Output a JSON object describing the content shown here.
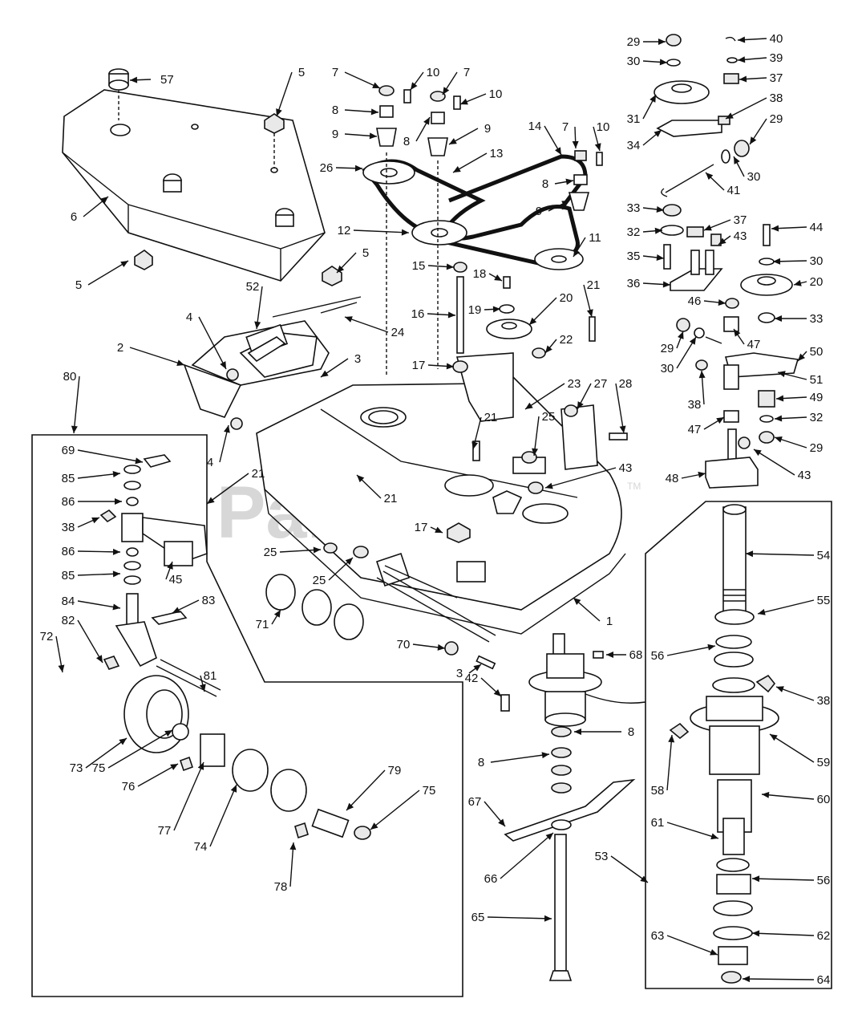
{
  "watermark": {
    "text": "PartsTree",
    "tm": "TM"
  },
  "callouts": [
    {
      "id": "57",
      "t": "57"
    },
    {
      "id": "5a",
      "t": "5"
    },
    {
      "id": "6",
      "t": "6"
    },
    {
      "id": "5b",
      "t": "5"
    },
    {
      "id": "5c",
      "t": "5"
    },
    {
      "id": "7a",
      "t": "7"
    },
    {
      "id": "10a",
      "t": "10"
    },
    {
      "id": "7b",
      "t": "7"
    },
    {
      "id": "10b",
      "t": "10"
    },
    {
      "id": "8a",
      "t": "8"
    },
    {
      "id": "9a",
      "t": "9"
    },
    {
      "id": "8b",
      "t": "8"
    },
    {
      "id": "9b",
      "t": "9"
    },
    {
      "id": "14",
      "t": "14"
    },
    {
      "id": "7c",
      "t": "7"
    },
    {
      "id": "10c",
      "t": "10"
    },
    {
      "id": "26",
      "t": "26"
    },
    {
      "id": "13",
      "t": "13"
    },
    {
      "id": "8c",
      "t": "8"
    },
    {
      "id": "9c",
      "t": "9"
    },
    {
      "id": "12",
      "t": "12"
    },
    {
      "id": "11",
      "t": "11"
    },
    {
      "id": "29a",
      "t": "29"
    },
    {
      "id": "40",
      "t": "40"
    },
    {
      "id": "30a",
      "t": "30"
    },
    {
      "id": "39",
      "t": "39"
    },
    {
      "id": "37a",
      "t": "37"
    },
    {
      "id": "38a",
      "t": "38"
    },
    {
      "id": "31",
      "t": "31"
    },
    {
      "id": "29b",
      "t": "29"
    },
    {
      "id": "34",
      "t": "34"
    },
    {
      "id": "30b",
      "t": "30"
    },
    {
      "id": "41",
      "t": "41"
    },
    {
      "id": "33a",
      "t": "33"
    },
    {
      "id": "37b",
      "t": "37"
    },
    {
      "id": "32a",
      "t": "32"
    },
    {
      "id": "43a",
      "t": "43"
    },
    {
      "id": "44",
      "t": "44"
    },
    {
      "id": "35",
      "t": "35"
    },
    {
      "id": "30c",
      "t": "30"
    },
    {
      "id": "36",
      "t": "36"
    },
    {
      "id": "20a",
      "t": "20"
    },
    {
      "id": "46",
      "t": "46"
    },
    {
      "id": "33b",
      "t": "33"
    },
    {
      "id": "47a",
      "t": "47"
    },
    {
      "id": "29c",
      "t": "29"
    },
    {
      "id": "30d",
      "t": "30"
    },
    {
      "id": "50",
      "t": "50"
    },
    {
      "id": "38b",
      "t": "38"
    },
    {
      "id": "51",
      "t": "51"
    },
    {
      "id": "49",
      "t": "49"
    },
    {
      "id": "32b",
      "t": "32"
    },
    {
      "id": "47b",
      "t": "47"
    },
    {
      "id": "29d",
      "t": "29"
    },
    {
      "id": "48",
      "t": "48"
    },
    {
      "id": "43b",
      "t": "43"
    },
    {
      "id": "15",
      "t": "15"
    },
    {
      "id": "18",
      "t": "18"
    },
    {
      "id": "21a",
      "t": "21"
    },
    {
      "id": "16",
      "t": "16"
    },
    {
      "id": "19",
      "t": "19"
    },
    {
      "id": "20b",
      "t": "20"
    },
    {
      "id": "22",
      "t": "22"
    },
    {
      "id": "17a",
      "t": "17"
    },
    {
      "id": "23",
      "t": "23"
    },
    {
      "id": "27",
      "t": "27"
    },
    {
      "id": "28",
      "t": "28"
    },
    {
      "id": "21b",
      "t": "21"
    },
    {
      "id": "25a",
      "t": "25"
    },
    {
      "id": "43c",
      "t": "43"
    },
    {
      "id": "52",
      "t": "52"
    },
    {
      "id": "24",
      "t": "24"
    },
    {
      "id": "4a",
      "t": "4"
    },
    {
      "id": "2",
      "t": "2"
    },
    {
      "id": "3a",
      "t": "3"
    },
    {
      "id": "4b",
      "t": "4"
    },
    {
      "id": "80",
      "t": "80"
    },
    {
      "id": "69",
      "t": "69"
    },
    {
      "id": "85a",
      "t": "85"
    },
    {
      "id": "86a",
      "t": "86"
    },
    {
      "id": "38c",
      "t": "38"
    },
    {
      "id": "86b",
      "t": "86"
    },
    {
      "id": "85b",
      "t": "85"
    },
    {
      "id": "45",
      "t": "45"
    },
    {
      "id": "21c",
      "t": "21"
    },
    {
      "id": "21d",
      "t": "21"
    },
    {
      "id": "17b",
      "t": "17"
    },
    {
      "id": "25b",
      "t": "25"
    },
    {
      "id": "25c",
      "t": "25"
    },
    {
      "id": "84",
      "t": "84"
    },
    {
      "id": "83",
      "t": "83"
    },
    {
      "id": "82",
      "t": "82"
    },
    {
      "id": "71",
      "t": "71"
    },
    {
      "id": "70",
      "t": "70"
    },
    {
      "id": "3b",
      "t": "3"
    },
    {
      "id": "1",
      "t": "1"
    },
    {
      "id": "72",
      "t": "72"
    },
    {
      "id": "81",
      "t": "81"
    },
    {
      "id": "54",
      "t": "54"
    },
    {
      "id": "55",
      "t": "55"
    },
    {
      "id": "56a",
      "t": "56"
    },
    {
      "id": "68",
      "t": "68"
    },
    {
      "id": "42",
      "t": "42"
    },
    {
      "id": "38d",
      "t": "38"
    },
    {
      "id": "8d",
      "t": "8"
    },
    {
      "id": "8e",
      "t": "8"
    },
    {
      "id": "59",
      "t": "59"
    },
    {
      "id": "58",
      "t": "58"
    },
    {
      "id": "60",
      "t": "60"
    },
    {
      "id": "73",
      "t": "73"
    },
    {
      "id": "79",
      "t": "79"
    },
    {
      "id": "75a",
      "t": "75"
    },
    {
      "id": "75b",
      "t": "75"
    },
    {
      "id": "76",
      "t": "76"
    },
    {
      "id": "67",
      "t": "67"
    },
    {
      "id": "77",
      "t": "77"
    },
    {
      "id": "74",
      "t": "74"
    },
    {
      "id": "61",
      "t": "61"
    },
    {
      "id": "53",
      "t": "53"
    },
    {
      "id": "66",
      "t": "66"
    },
    {
      "id": "56b",
      "t": "56"
    },
    {
      "id": "78",
      "t": "78"
    },
    {
      "id": "62",
      "t": "62"
    },
    {
      "id": "65",
      "t": "65"
    },
    {
      "id": "63",
      "t": "63"
    },
    {
      "id": "64",
      "t": "64"
    }
  ]
}
